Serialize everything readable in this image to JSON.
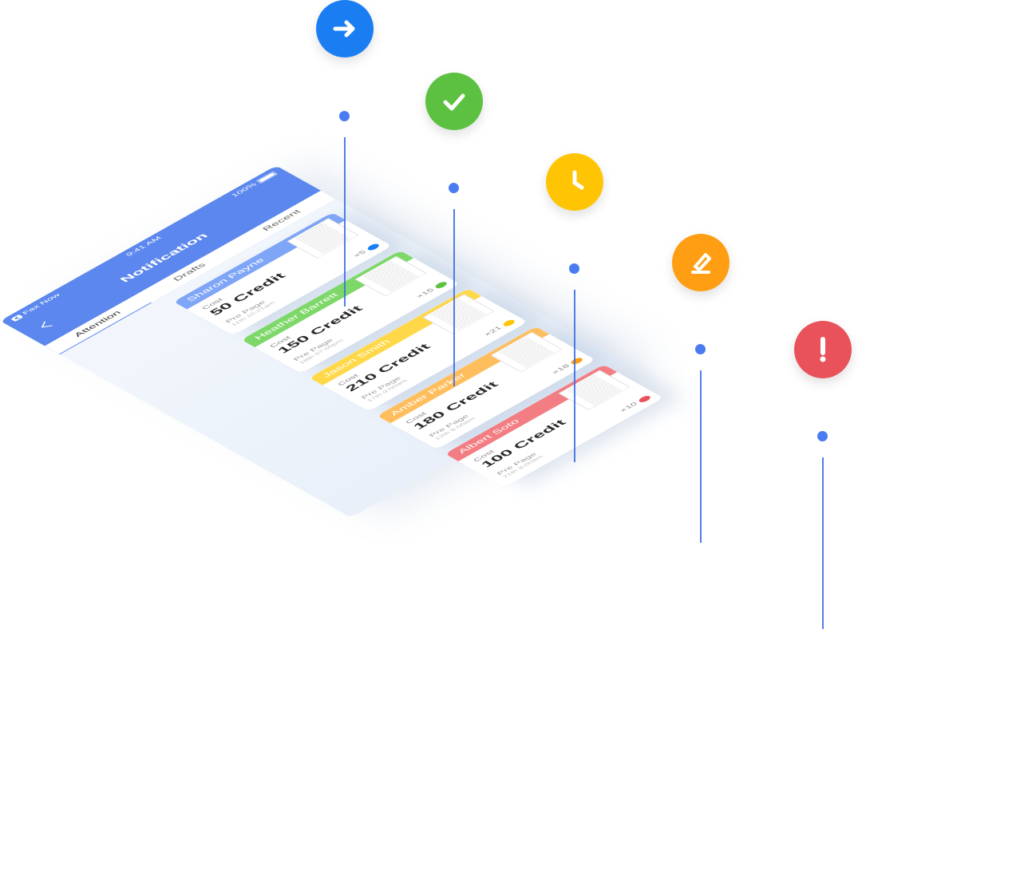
{
  "statusbar": {
    "carrier": "Fax Now",
    "time": "9:41 AM",
    "battery": "100%"
  },
  "header": {
    "title": "Notification"
  },
  "tabs": [
    {
      "label": "Attention",
      "active": true
    },
    {
      "label": "Drafts",
      "active": false
    },
    {
      "label": "Recent",
      "active": false
    }
  ],
  "cards": [
    {
      "name": "Sharon Payne",
      "cost_label": "Cost",
      "cost": "50 Credit",
      "per_page": "Pre Page",
      "timestamp": "11th 10:21am",
      "pages": "×5",
      "color": "#7ea5f6",
      "status": "sent",
      "status_color": "#1a7ef2"
    },
    {
      "name": "Heather Barrett",
      "cost_label": "Cost",
      "cost": "150 Credit",
      "per_page": "Pre Page",
      "timestamp": "18th 07:00pm",
      "pages": "×15",
      "color": "#7dd869",
      "status": "done",
      "status_color": "#5cc140"
    },
    {
      "name": "Jason Smith",
      "cost_label": "Cost",
      "cost": "210 Credit",
      "per_page": "Pre Page",
      "timestamp": "17th 9:00am",
      "pages": "×21",
      "color": "#ffd84a",
      "status": "pending",
      "status_color": "#ffc505"
    },
    {
      "name": "Amber Parker",
      "cost_label": "Cost",
      "cost": "180 Credit",
      "per_page": "Pre Page",
      "timestamp": "12th 8:00am",
      "pages": "×18",
      "color": "#ffbe5e",
      "status": "draft",
      "status_color": "#ff9e12"
    },
    {
      "name": "Albert Soto",
      "cost_label": "Cost",
      "cost": "100 Credit",
      "per_page": "Pre Page",
      "timestamp": "21th 8:00am",
      "pages": "×10",
      "color": "#f27d82",
      "status": "error",
      "status_color": "#e9525a"
    }
  ],
  "legend_icons": [
    {
      "icon": "arrow-right-icon",
      "color": "#1a7ef2"
    },
    {
      "icon": "check-icon",
      "color": "#5cc140"
    },
    {
      "icon": "clock-icon",
      "color": "#ffc505"
    },
    {
      "icon": "pencil-icon",
      "color": "#ff9e12"
    },
    {
      "icon": "exclamation-icon",
      "color": "#e9525a"
    }
  ]
}
